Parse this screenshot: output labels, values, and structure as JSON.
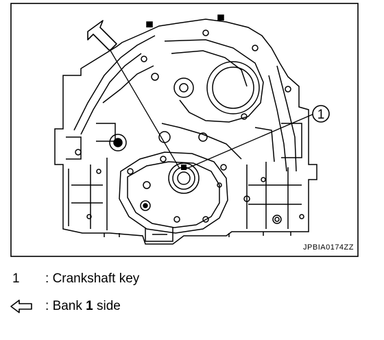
{
  "figure": {
    "callout_label": "1",
    "reference_id": "JPBIA0174ZZ"
  },
  "legend": {
    "items": [
      {
        "key": "1",
        "separator": ":",
        "text": "Crankshaft key"
      },
      {
        "key_icon": "outline-left-arrow-icon",
        "separator": ":",
        "text_prefix": "Bank ",
        "text_bold": "1",
        "text_suffix": " side"
      }
    ]
  }
}
